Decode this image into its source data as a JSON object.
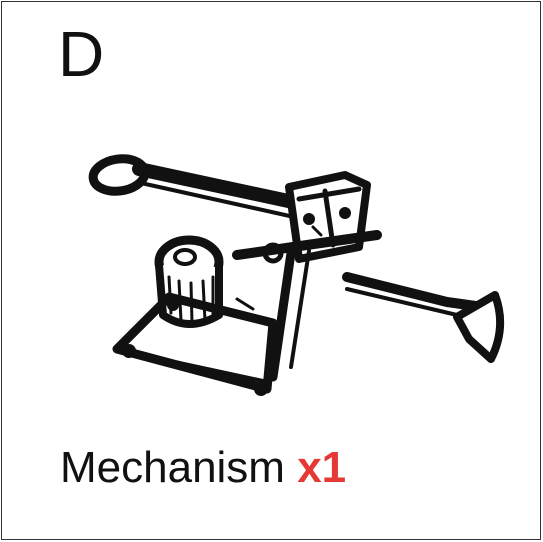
{
  "card": {
    "letter": "D",
    "part_name": "Mechanism",
    "quantity": "x1",
    "quantity_color": "#e53935",
    "icon": "mechanism-sketch-icon"
  }
}
